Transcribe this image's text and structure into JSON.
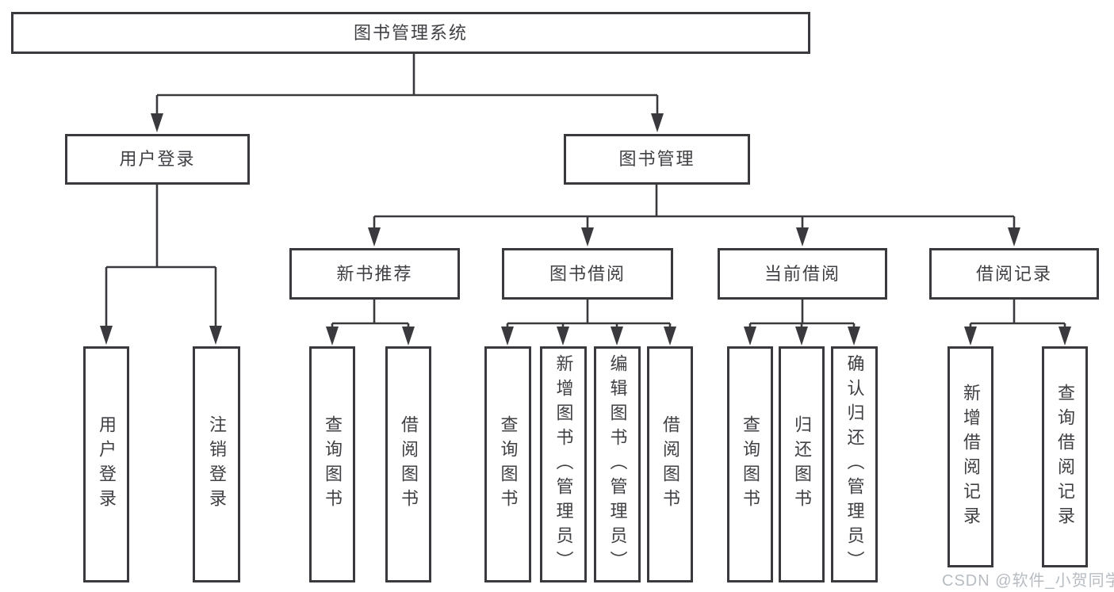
{
  "tree": {
    "label": "图书管理系统",
    "children": [
      {
        "label": "用户登录",
        "children": [
          {
            "label": "用户登录"
          },
          {
            "label": "注销登录"
          }
        ]
      },
      {
        "label": "图书管理",
        "children": [
          {
            "label": "新书推荐",
            "children": [
              {
                "label": "查询图书"
              },
              {
                "label": "借阅图书"
              }
            ]
          },
          {
            "label": "图书借阅",
            "children": [
              {
                "label": "查询图书"
              },
              {
                "label": "新增图书（管理员）"
              },
              {
                "label": "编辑图书（管理员）"
              },
              {
                "label": "借阅图书"
              }
            ]
          },
          {
            "label": "当前借阅",
            "children": [
              {
                "label": "查询图书"
              },
              {
                "label": "归还图书"
              },
              {
                "label": "确认归还（管理员）"
              }
            ]
          },
          {
            "label": "借阅记录",
            "children": [
              {
                "label": "新增借阅记录"
              },
              {
                "label": "查询借阅记录"
              }
            ]
          }
        ]
      }
    ]
  },
  "watermark": {
    "text": "CSDN @软件_小贺同学"
  },
  "colors": {
    "line": "#3a3a3e",
    "text": "#3f3f44",
    "watermark": "#b7bcc2",
    "background": "#ffffff"
  }
}
